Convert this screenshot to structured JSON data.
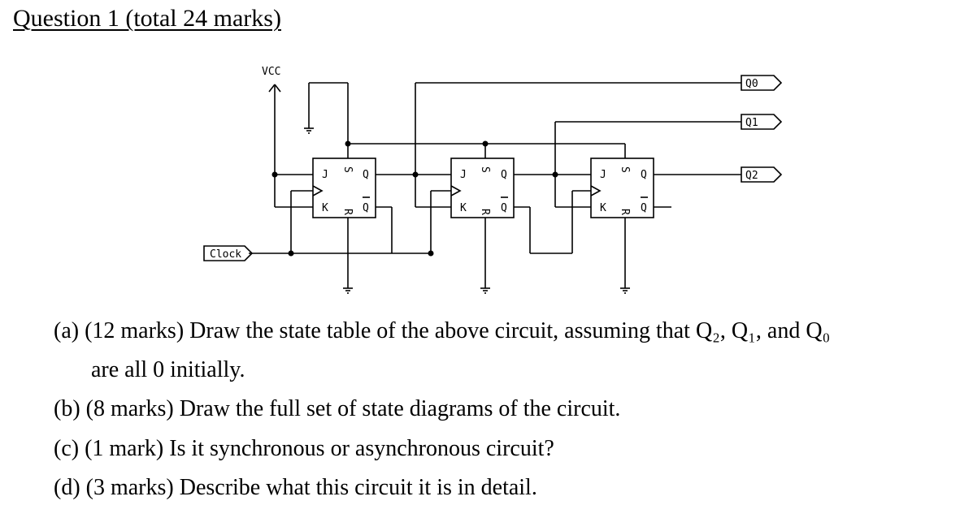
{
  "title": "Question 1 (total 24 marks)",
  "circuit": {
    "vcc": "VCC",
    "clock": "Clock",
    "outputs": [
      "Q0",
      "Q1",
      "Q2"
    ],
    "pins": {
      "j": "J",
      "k": "K",
      "s": "S",
      "r": "R",
      "q": "Q",
      "qbar": "Q"
    }
  },
  "questions": {
    "a1": "(a) (12 marks) Draw the state table of the above circuit, assuming that Q₂, Q₁, and Q₀",
    "a2": "are all 0 initially.",
    "b": "(b) (8 marks) Draw the full set of state diagrams of the circuit.",
    "c": "(c) (1 mark) Is it synchronous or asynchronous circuit?",
    "d": "(d) (3 marks) Describe what this circuit it is in detail."
  }
}
